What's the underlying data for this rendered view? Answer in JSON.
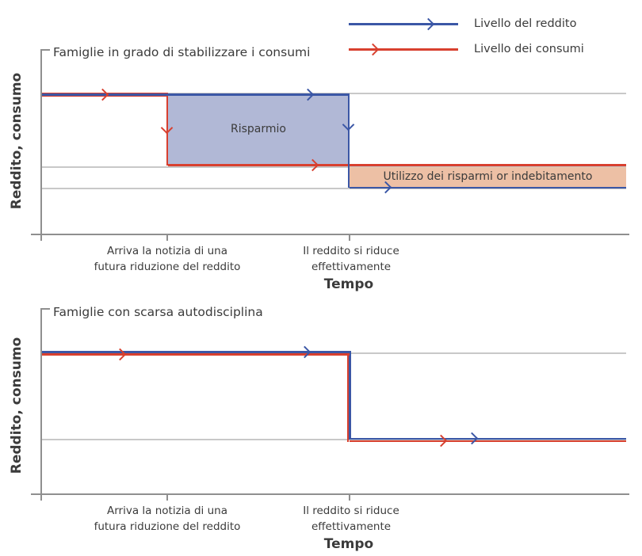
{
  "legend": {
    "income_label": "Livello del reddito",
    "consumption_label": "Livello dei consumi"
  },
  "colors": {
    "income_line": "#3B57A6",
    "consumption_line": "#D8402F",
    "saving_fill": "#B1B8D6",
    "dissaving_fill": "#EDC0A5",
    "gridline": "#C8C8C8",
    "axis": "#8F8F8F",
    "text": "#3B3B3B"
  },
  "panels": [
    {
      "title": "Famiglie in grado di stabilizzare i consumi",
      "ylabel": "Reddito, consumo",
      "xlabel": "Tempo",
      "xticks": [
        {
          "line1": "Arriva la notizia di una",
          "line2": "futura riduzione del reddito"
        },
        {
          "line1": "Il reddito si riduce",
          "line2": "effettivamente"
        }
      ],
      "region_labels": {
        "saving": "Risparmio",
        "dissaving": "Utilizzo dei risparmi or indebitamento"
      }
    },
    {
      "title": "Famiglie con scarsa autodisciplina",
      "ylabel": "Reddito, consumo",
      "xlabel": "Tempo",
      "xticks": [
        {
          "line1": "Arriva la notizia di una",
          "line2": "futura riduzione del reddito"
        },
        {
          "line1": "Il reddito si riduce",
          "line2": "effettivamente"
        }
      ]
    }
  ],
  "chart_data": [
    {
      "type": "line",
      "title": "Famiglie in grado di stabilizzare i consumi",
      "xlabel": "Tempo",
      "ylabel": "Reddito, consumo",
      "x_range": [
        0,
        10
      ],
      "y_range": [
        0,
        1
      ],
      "grid": "horizontal-reference-lines at 0.76, 0.38, 0.26",
      "legend_position": "top-right",
      "x_events": [
        {
          "x": 3,
          "label": "Arriva la notizia di una futura riduzione del reddito"
        },
        {
          "x": 6,
          "label": "Il reddito si riduce effettivamente"
        }
      ],
      "series": [
        {
          "name": "Livello del reddito",
          "color": "#3B57A6",
          "step_points": [
            [
              0,
              0.76
            ],
            [
              6,
              0.76
            ],
            [
              6,
              0.26
            ],
            [
              10,
              0.26
            ]
          ]
        },
        {
          "name": "Livello dei consumi",
          "color": "#D8402F",
          "step_points": [
            [
              0,
              0.76
            ],
            [
              3,
              0.76
            ],
            [
              3,
              0.38
            ],
            [
              10,
              0.38
            ]
          ]
        }
      ],
      "regions": [
        {
          "label": "Risparmio",
          "x_range": [
            3,
            6
          ],
          "y_range": [
            0.38,
            0.76
          ],
          "fill": "#B1B8D6"
        },
        {
          "label": "Utilizzo dei risparmi or indebitamento",
          "x_range": [
            6,
            10
          ],
          "y_range": [
            0.26,
            0.38
          ],
          "fill": "#EDC0A5"
        }
      ]
    },
    {
      "type": "line",
      "title": "Famiglie con scarsa autodisciplina",
      "xlabel": "Tempo",
      "ylabel": "Reddito, consumo",
      "x_range": [
        0,
        10
      ],
      "y_range": [
        0,
        1
      ],
      "grid": "horizontal-reference-lines at 0.77, 0.30",
      "x_events": [
        {
          "x": 3,
          "label": "Arriva la notizia di una futura riduzione del reddito"
        },
        {
          "x": 6,
          "label": "Il reddito si riduce effettivamente"
        }
      ],
      "series": [
        {
          "name": "Livello del reddito",
          "color": "#3B57A6",
          "step_points": [
            [
              0,
              0.77
            ],
            [
              6,
              0.77
            ],
            [
              6,
              0.3
            ],
            [
              10,
              0.3
            ]
          ]
        },
        {
          "name": "Livello dei consumi",
          "color": "#D8402F",
          "step_points": [
            [
              0,
              0.77
            ],
            [
              6,
              0.77
            ],
            [
              6,
              0.3
            ],
            [
              10,
              0.3
            ]
          ]
        }
      ],
      "regions": []
    }
  ]
}
